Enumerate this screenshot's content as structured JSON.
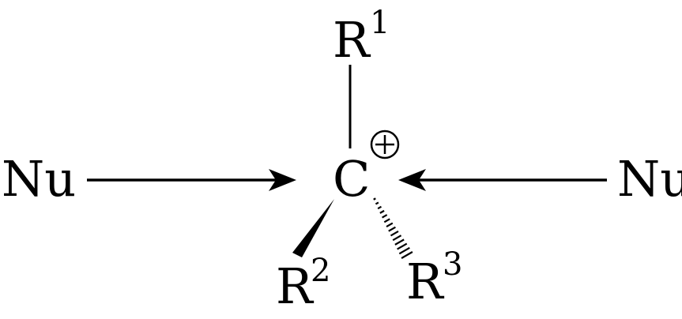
{
  "diagram": {
    "center_atom": "C",
    "charge_symbol": "+",
    "substituents": {
      "r1": {
        "base": "R",
        "sup": "1",
        "bond": "plain"
      },
      "r2": {
        "base": "R",
        "sup": "2",
        "bond": "wedge"
      },
      "r3": {
        "base": "R",
        "sup": "3",
        "bond": "hashed"
      }
    },
    "nucleophile_left": "Nu",
    "nucleophile_right": "Nu",
    "colors": {
      "ink": "#000000",
      "background": "#ffffff"
    }
  }
}
